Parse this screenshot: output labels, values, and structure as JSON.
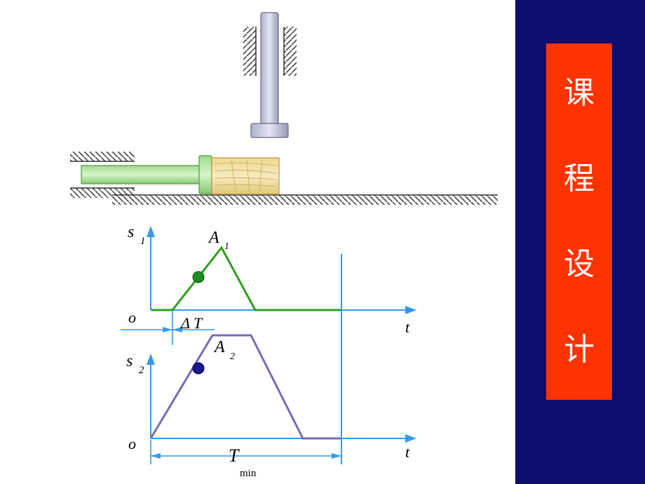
{
  "side_panel": {
    "title_chars": [
      "课",
      "程",
      "设",
      "计"
    ],
    "colors": {
      "panel": "#0d0d6e",
      "title_box": "#ff3300",
      "title_text": "#ffffff"
    }
  },
  "diagram": {
    "graph1": {
      "y_label": "s",
      "y_sub": "1",
      "peak_label": "A",
      "peak_sub": "1",
      "origin_label": "o",
      "x_label": "t",
      "delta_label": "Δ T",
      "line_color": "#2e9e1e",
      "dot_color": "#1e8c1e"
    },
    "graph2": {
      "y_label": "s",
      "y_sub": "2",
      "peak_label": "A",
      "peak_sub": "2",
      "origin_label": "o",
      "x_label": "t",
      "period_label": "T",
      "period_sub": "min",
      "line_color": "#7a6ab8",
      "dot_color": "#1a1a8c"
    },
    "axis_color": "#3399ee"
  }
}
